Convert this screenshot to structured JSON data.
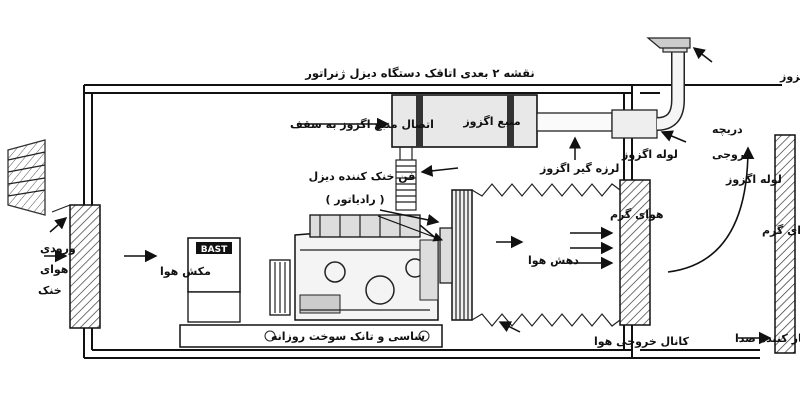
{
  "title": "نقشه ۲ بعدی اتاقک دستگاه دیزل ژنراتور",
  "labels": {
    "exhaust_cap": "درپوش اگزوز",
    "muffler": "منبع اگزوز",
    "muffler_ceiling": "اتصال منبع اگزوز به سقف",
    "exhaust_pipe": "لوله اگزوز",
    "flex_pipe": "لرزه گیر اگزوز",
    "exhaust_outlet_door_1": "دریچه",
    "exhaust_outlet_door_2": "خروجی",
    "exhaust_outlet_door_3": "لوله اگزوز",
    "diesel_fan_1": "فن خنک کننده دیزل",
    "diesel_fan_2": "( رادیاتور )",
    "hot_air": "هوای گرم",
    "hot_air_outlet": "خروجی هوای گرم",
    "air_push": "دهش هوا",
    "air_pull": "مکش هوا",
    "cool_air_in_1": "ورودی",
    "cool_air_in_2": "هوای",
    "cool_air_in_3": "خنک",
    "chassis_tank": "شاسی و تانک سوخت روزانه",
    "air_outlet_channel": "کانال خروجی هوا",
    "sound_barrier": "مهار کننده صدا",
    "brand": "BAST"
  }
}
